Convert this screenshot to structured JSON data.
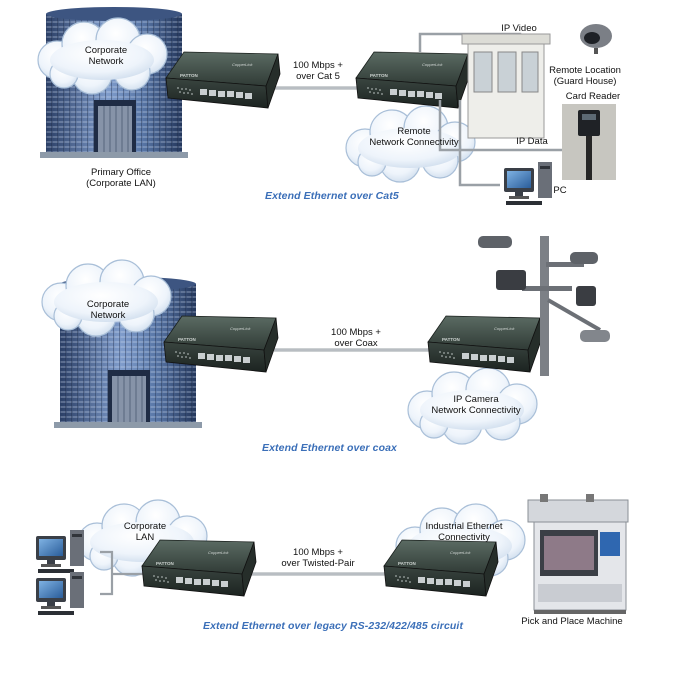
{
  "panels": [
    {
      "caption": "Extend Ethernet over Cat5",
      "link_label": "100 Mbps +\nover Cat 5",
      "cloud_left_label": "Corporate\nNetwork",
      "left_site_label": "Primary Office\n(Corporate LAN)",
      "cloud_right_label": "Remote\nNetwork Connectivity",
      "ip_video_label": "IP Video",
      "remote_location_label": "Remote Location\n(Guard House)",
      "card_reader_label": "Card Reader",
      "ip_data_label": "IP Data",
      "pc_label": "PC"
    },
    {
      "caption": "Extend Ethernet over coax",
      "link_label": "100 Mbps +\nover Coax",
      "cloud_left_label": "Corporate\nNetwork",
      "cloud_right_label": "IP Camera\nNetwork Connectivity"
    },
    {
      "caption": "Extend Ethernet over legacy RS-232/422/485 circuit",
      "link_label": "100 Mbps +\nover Twisted-Pair",
      "cloud_left_label": "Corporate\nLAN",
      "cloud_right_label": "Industrial Ethernet\nConnectivity",
      "machine_label": "Pick and Place Machine"
    }
  ],
  "device_brand": "PATTON",
  "device_model": "CopperLink"
}
